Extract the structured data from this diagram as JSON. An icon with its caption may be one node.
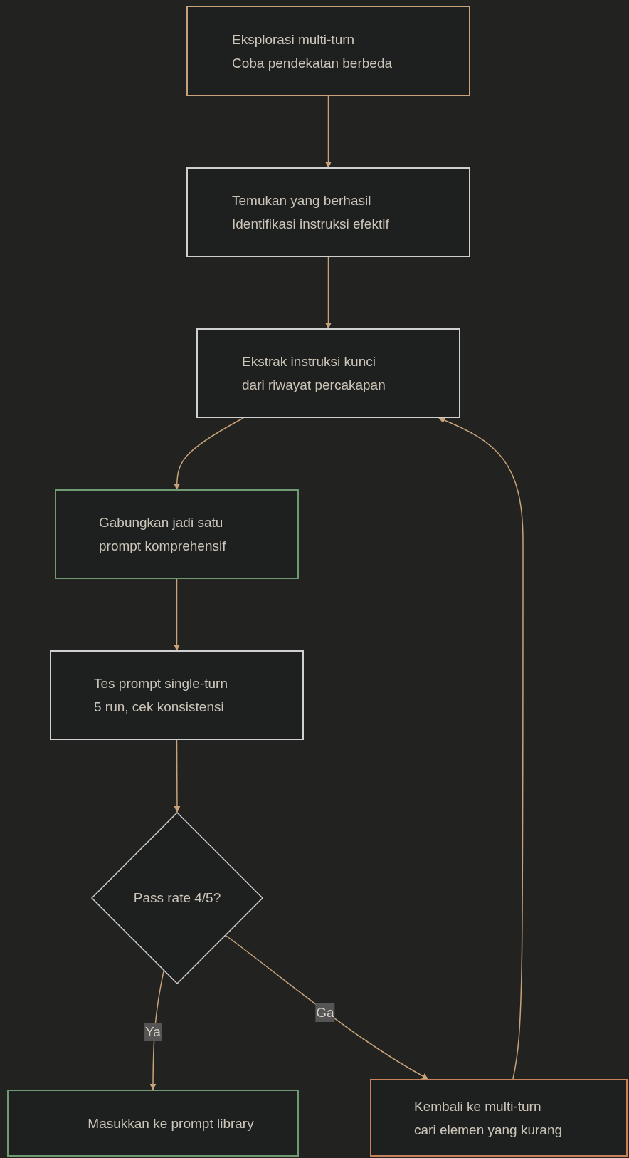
{
  "diagram": {
    "nodes": [
      {
        "text": [
          "Eksplorasi multi-turn",
          "Coba pendekatan berbeda"
        ]
      },
      {
        "text": [
          "Temukan yang berhasil",
          "Identifikasi instruksi efektif"
        ]
      },
      {
        "text": [
          "Ekstrak instruksi kunci",
          "dari riwayat percakapan"
        ]
      },
      {
        "text": [
          "Gabungkan jadi satu",
          "prompt komprehensif"
        ]
      },
      {
        "text": [
          "Tes prompt single-turn",
          "5 run, cek konsistensi"
        ]
      },
      {
        "text": [
          "Pass rate 4/5?"
        ]
      },
      {
        "text": [
          "Masukkan ke prompt library"
        ]
      },
      {
        "text": [
          "Kembali ke multi-turn",
          "cari elemen yang kurang"
        ]
      }
    ],
    "edges": [
      {
        "from": 0,
        "to": 1,
        "arrow": "to"
      },
      {
        "from": 1,
        "to": 2,
        "arrow": "to"
      },
      {
        "from": 2,
        "to": 3,
        "arrow": "to"
      },
      {
        "from": 3,
        "to": 4,
        "arrow": "to"
      },
      {
        "from": 4,
        "to": 5,
        "arrow": "to"
      },
      {
        "from": 5,
        "to": 6,
        "arrow": "to",
        "label": "Ya"
      },
      {
        "from": 5,
        "to": 7,
        "arrow": "to",
        "label": "Ga"
      },
      {
        "from": 7,
        "to": 2,
        "arrow": "to"
      }
    ]
  }
}
